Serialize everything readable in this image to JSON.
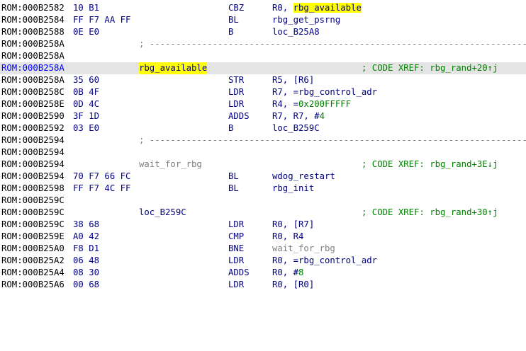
{
  "colors": {
    "background": "#ffffff",
    "address": "#000000",
    "current_address": "#0000ff",
    "code_text": "#000080",
    "comment_xref": "#008000",
    "separator_grey": "#808080",
    "label_highlight": "#ffff00",
    "current_line_bg": "#e4e4e4"
  },
  "lines": [
    {
      "addr": "ROM:000B2582",
      "bytes": "10 B1",
      "mnem": "CBZ",
      "op1": "R0, ",
      "op2": "rbg_available"
    },
    {
      "addr": "ROM:000B2584",
      "bytes": "FF F7 AA FF",
      "mnem": "BL",
      "op1": "rbg_get_psrng"
    },
    {
      "addr": "ROM:000B2588",
      "bytes": "0E E0",
      "mnem": "B",
      "op1": "loc_B25A8"
    },
    {
      "addr": "ROM:000B258A",
      "sep": "; ---------------------------------------------------------------------------"
    },
    {
      "addr": "ROM:000B258A"
    },
    {
      "addr": "ROM:000B258A",
      "label": "rbg_available",
      "xref": "; CODE XREF: rbg_rand+20↑j"
    },
    {
      "addr": "ROM:000B258A",
      "bytes": "35 60",
      "mnem": "STR",
      "op1": "R5, [R6]"
    },
    {
      "addr": "ROM:000B258C",
      "bytes": "0B 4F",
      "mnem": "LDR",
      "op1": "R7, =rbg_control_adr"
    },
    {
      "addr": "ROM:000B258E",
      "bytes": "0D 4C",
      "mnem": "LDR",
      "op1": "R4, =",
      "op2": "0x200FFFFF"
    },
    {
      "addr": "ROM:000B2590",
      "bytes": "3F 1D",
      "mnem": "ADDS",
      "op1": "R7, R7, #",
      "op2": "4"
    },
    {
      "addr": "ROM:000B2592",
      "bytes": "03 E0",
      "mnem": "B",
      "op1": "loc_B259C"
    },
    {
      "addr": "ROM:000B2594",
      "sep": "; ---------------------------------------------------------------------------"
    },
    {
      "addr": "ROM:000B2594"
    },
    {
      "addr": "ROM:000B2594",
      "label": "wait_for_rbg",
      "xref": "; CODE XREF: rbg_rand+3E↓j"
    },
    {
      "addr": "ROM:000B2594",
      "bytes": "70 F7 66 FC",
      "mnem": "BL",
      "op1": "wdog_restart"
    },
    {
      "addr": "ROM:000B2598",
      "bytes": "FF F7 4C FF",
      "mnem": "BL",
      "op1": "rbg_init"
    },
    {
      "addr": "ROM:000B259C"
    },
    {
      "addr": "ROM:000B259C",
      "label": "loc_B259C",
      "xref": "; CODE XREF: rbg_rand+30↑j"
    },
    {
      "addr": "ROM:000B259C",
      "bytes": "38 68",
      "mnem": "LDR",
      "op1": "R0, [R7]"
    },
    {
      "addr": "ROM:000B259E",
      "bytes": "A0 42",
      "mnem": "CMP",
      "op1": "R0, R4"
    },
    {
      "addr": "ROM:000B25A0",
      "bytes": "F8 D1",
      "mnem": "BNE",
      "op1": "wait_for_rbg"
    },
    {
      "addr": "ROM:000B25A2",
      "bytes": "06 48",
      "mnem": "LDR",
      "op1": "R0, =rbg_control_adr"
    },
    {
      "addr": "ROM:000B25A4",
      "bytes": "08 30",
      "mnem": "ADDS",
      "op1": "R0, #",
      "op2": "8"
    },
    {
      "addr": "ROM:000B25A6",
      "bytes": "00 68",
      "mnem": "LDR",
      "op1": "R0, [R0]"
    }
  ]
}
